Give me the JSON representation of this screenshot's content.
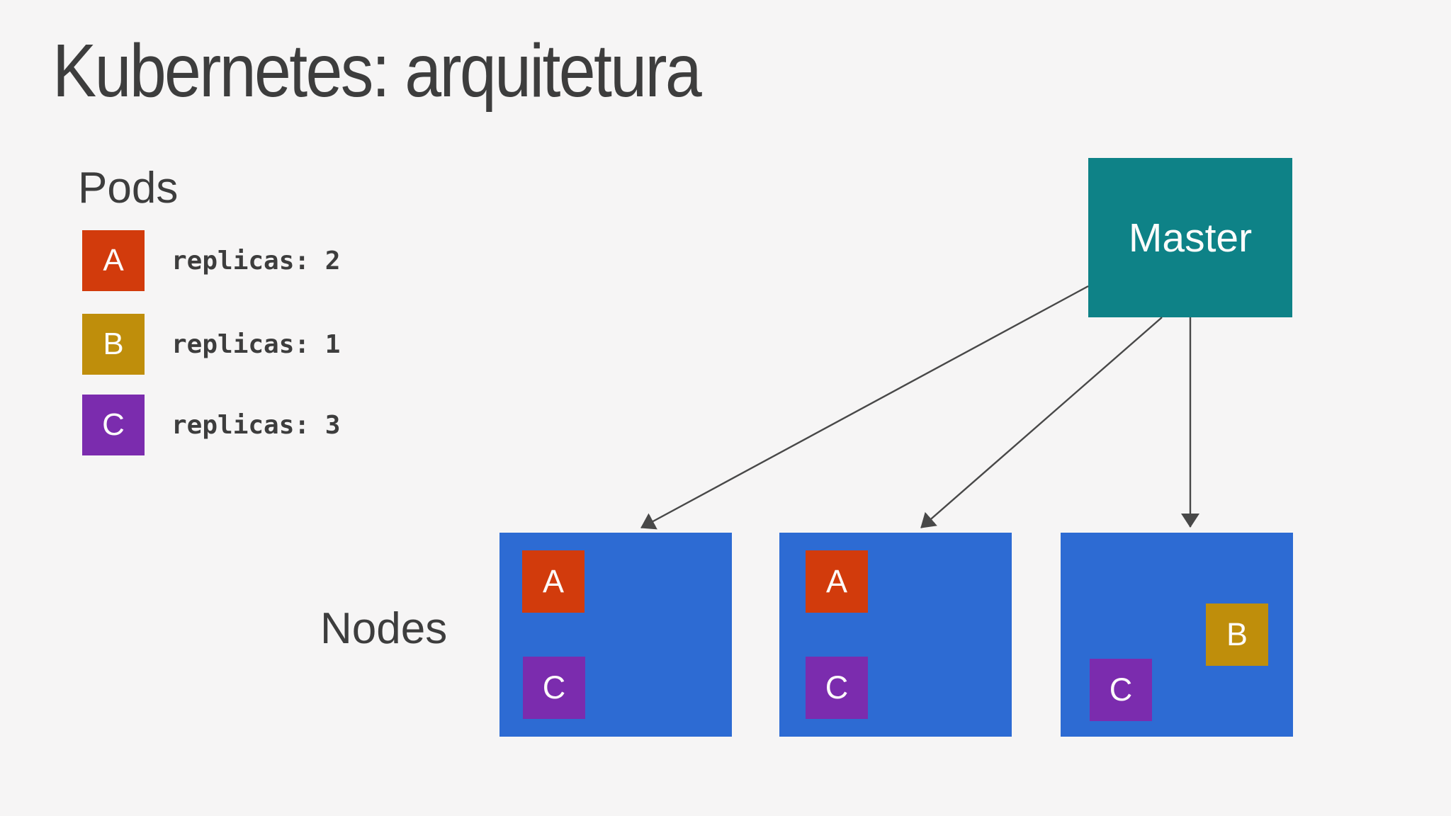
{
  "slide_title": "Kubernetes: arquitetura",
  "pods_panel": {
    "heading": "Pods",
    "items": [
      {
        "letter": "A",
        "replicas_label": "replicas: 2",
        "color": "#D23B0C"
      },
      {
        "letter": "B",
        "replicas_label": "replicas: 1",
        "color": "#BF8E0B"
      },
      {
        "letter": "C",
        "replicas_label": "replicas: 3",
        "color": "#7B2CAE"
      }
    ]
  },
  "master_box": {
    "label": "Master",
    "color": "#0E8287"
  },
  "nodes_panel": {
    "heading": "Nodes",
    "node_color": "#2D6BD3",
    "nodes": [
      {
        "pods": [
          {
            "letter": "A",
            "color": "#D23B0C"
          },
          {
            "letter": "C",
            "color": "#7B2CAE"
          }
        ]
      },
      {
        "pods": [
          {
            "letter": "A",
            "color": "#D23B0C"
          },
          {
            "letter": "C",
            "color": "#7B2CAE"
          }
        ]
      },
      {
        "pods": [
          {
            "letter": "B",
            "color": "#BF8E0B"
          },
          {
            "letter": "C",
            "color": "#7B2CAE"
          }
        ]
      }
    ]
  },
  "colors": {
    "background": "#F6F5F5",
    "text": "#3D3D3D",
    "arrow": "#484848"
  }
}
